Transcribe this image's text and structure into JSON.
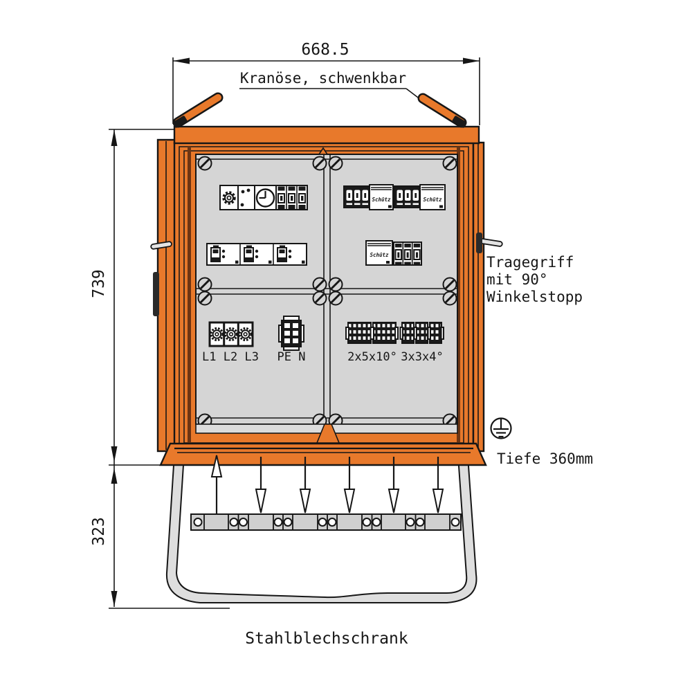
{
  "drawing": {
    "title": "Stahlblechschrank",
    "dimensions": {
      "width": "668.5",
      "height_body": "739",
      "height_stand": "323",
      "depth": "Tiefe 360mm"
    },
    "annotations": {
      "crane": "Kranöse, schwenkbar",
      "handle_line1": "Tragegriff",
      "handle_line2": "mit 90°",
      "handle_line3": "Winkelstopp"
    },
    "panel_labels": {
      "phases": "L1 L2 L3",
      "pe_n": "PE N",
      "terminals_left": "2x5x10°",
      "terminals_right": "3x3x4°",
      "contactor": "Schütz"
    },
    "colors": {
      "cabinet_orange": "#E8792B",
      "panel_gray": "#D5D5D5",
      "stand_gray": "#DEDEDE",
      "line_black": "#161616"
    }
  }
}
